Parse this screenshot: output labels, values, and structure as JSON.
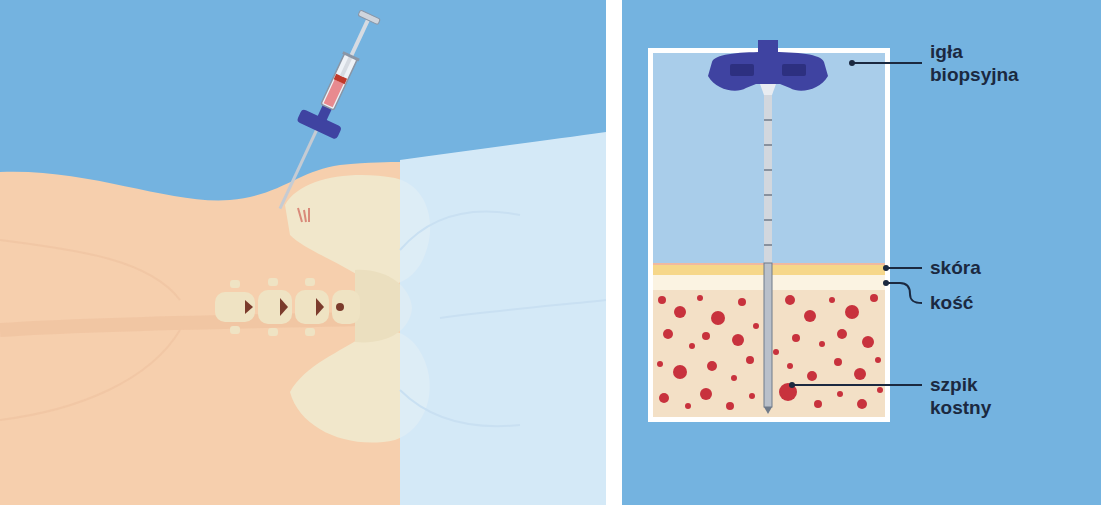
{
  "diagram": {
    "labels": [
      "igła biopsyjna",
      "skóra",
      "kość",
      "szpik kostny"
    ]
  }
}
